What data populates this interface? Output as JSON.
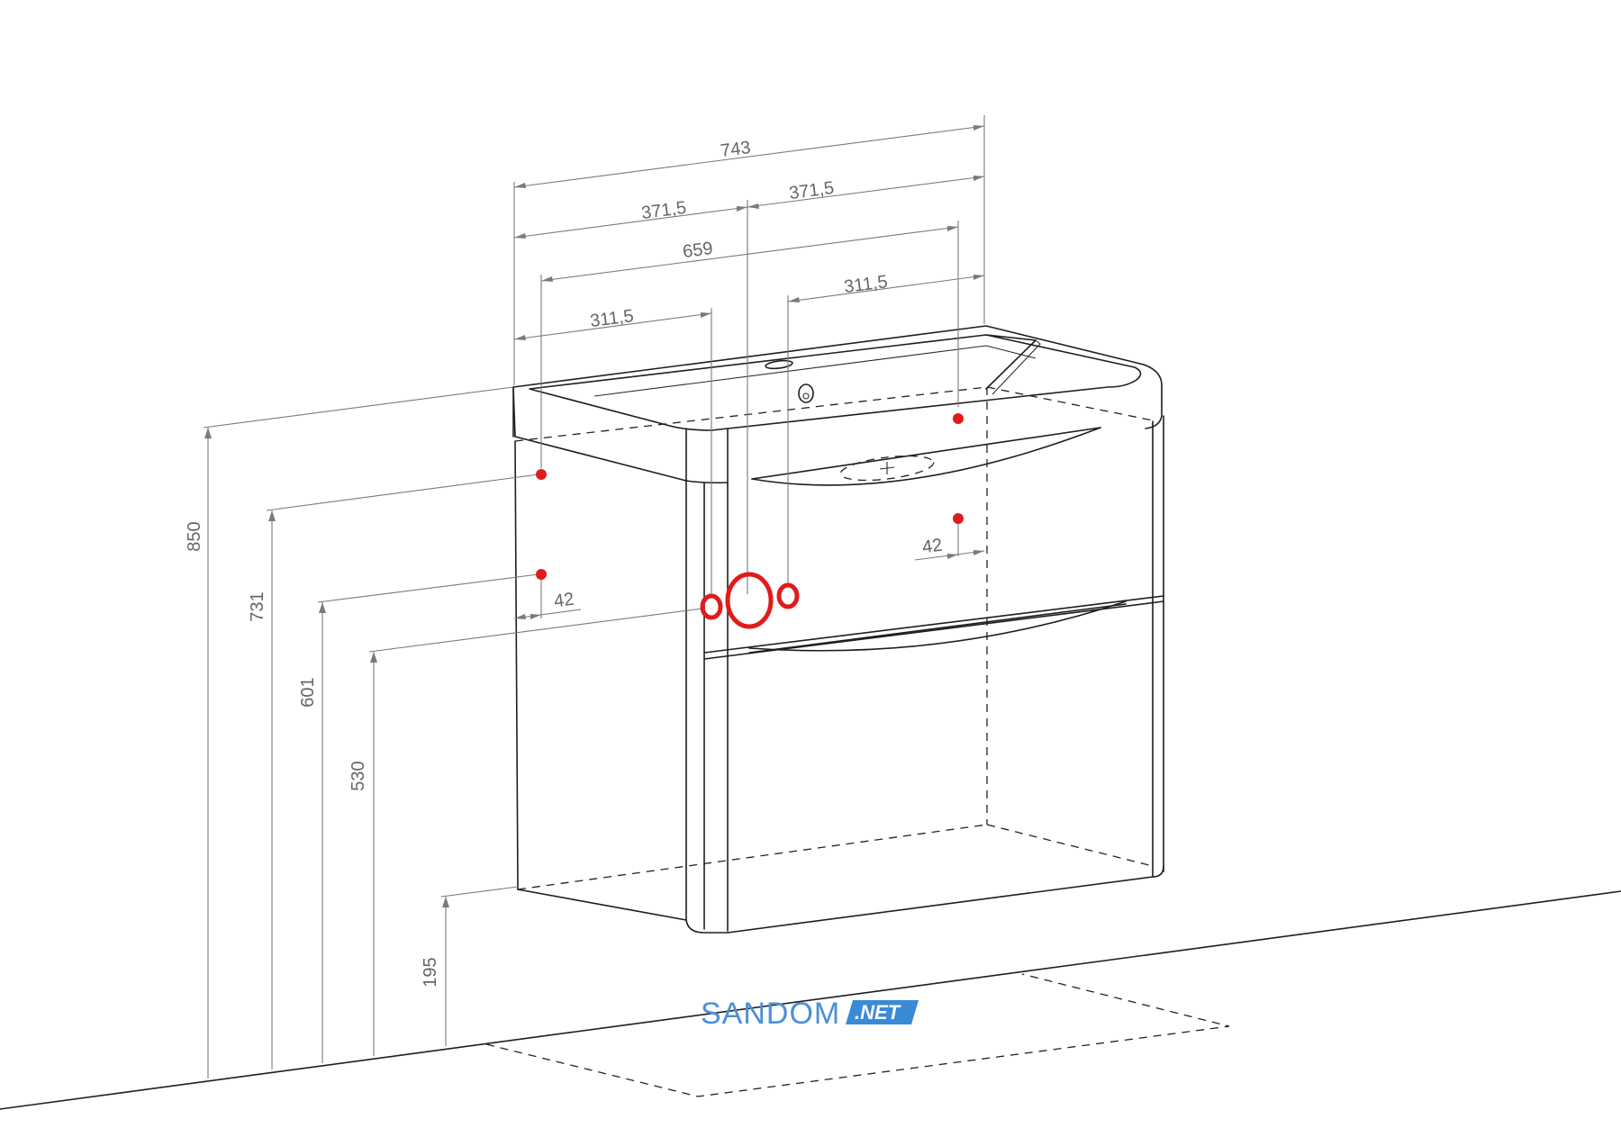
{
  "dimensions": {
    "total_width": "743",
    "left_half": "371,5",
    "right_half": "371,5",
    "fixing_span": "659",
    "left_offset": "311,5",
    "right_offset": "311,5",
    "left_edge_offset": "42",
    "right_edge_offset": "42",
    "height_total": "850",
    "height_fixing_upper": "731",
    "height_fixing_lower": "601",
    "height_pipes": "530",
    "height_floor_gap": "195"
  },
  "logo": {
    "brand": "SANDOM",
    "suffix": ".NET",
    "brand_color": "#4a90d9",
    "suffix_color": "#3a8ad6"
  },
  "colors": {
    "marker": "#e01b1b",
    "dimension": "#7a7a7a",
    "outline": "#1e1e1e"
  }
}
